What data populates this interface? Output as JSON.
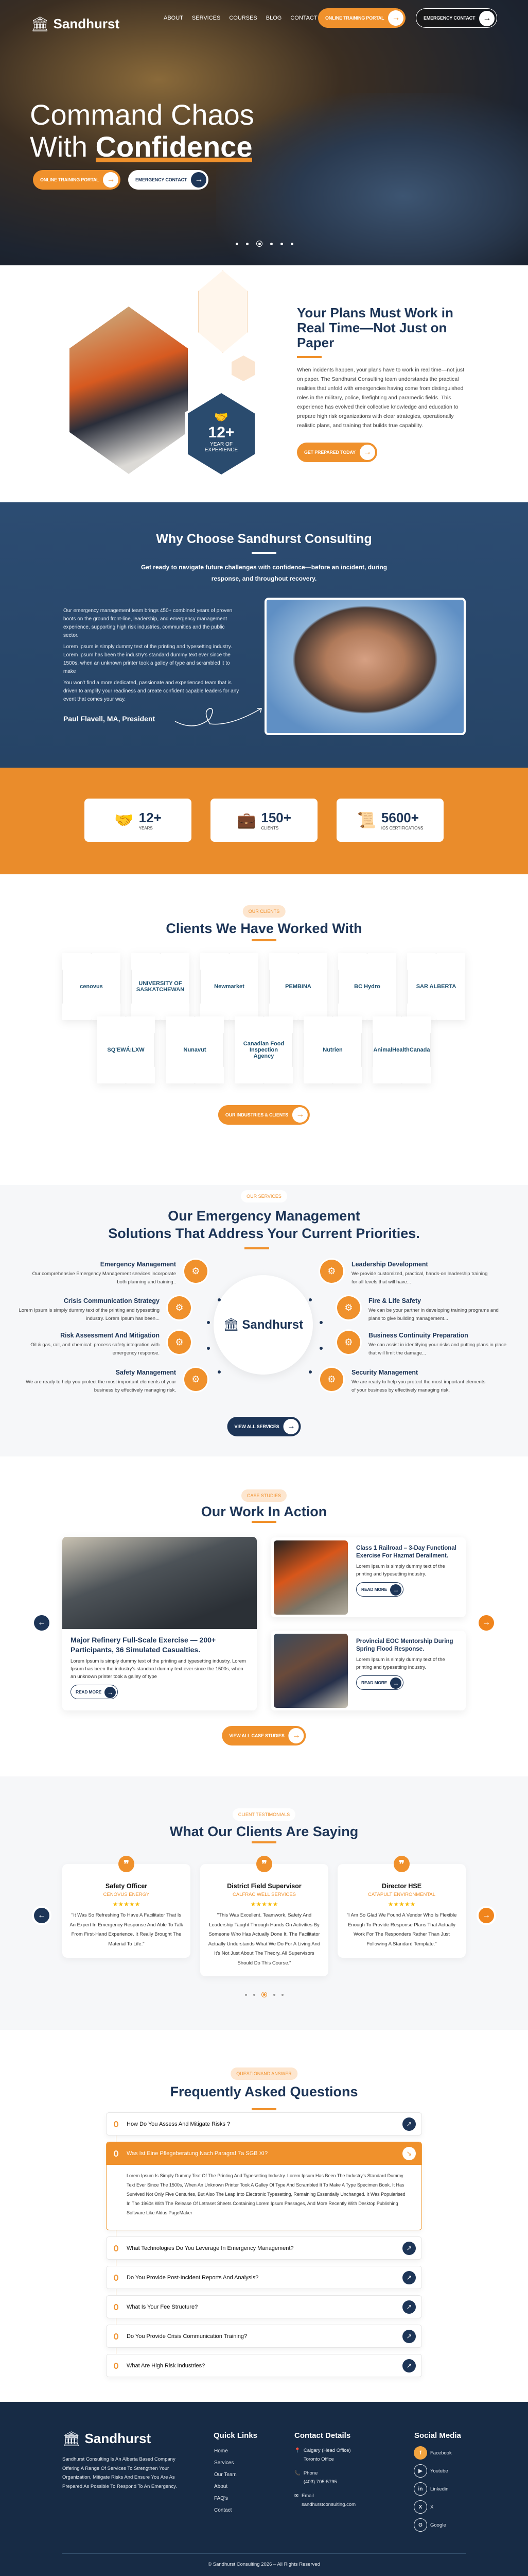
{
  "brand": {
    "name": "Sandhurst",
    "logo_icon": "building-columns-icon"
  },
  "nav": {
    "items": [
      "ABOUT",
      "SERVICES",
      "COURSES",
      "BLOG",
      "CONTACT"
    ],
    "portal_btn": "ONLINE TRAINING PORTAL",
    "emergency_btn": "EMERGENCY CONTACT"
  },
  "hero": {
    "line1": "Command Chaos",
    "line2_a": "With",
    "line2_b": "Confidence",
    "btn1": "ONLINE TRAINING PORTAL",
    "btn2": "EMERGENCY CONTACT",
    "slides": 6,
    "active_slide": 3
  },
  "about": {
    "title": "Your Plans Must Work in Real Time—Not Just on Paper",
    "body": "When incidents happen, your plans have to work in real time—not just on paper. The Sandhurst Consulting team understands the practical realities that unfold with emergencies having come from distinguished roles in the military, police, firefighting and paramedic fields.  This experience has evolved their collective knowledge and education to prepare high risk organizations with clear strategies, operationally realistic plans, and training that builds true capability.",
    "btn": "GET PREPARED TODAY",
    "badge_number": "12+",
    "badge_label1": "YEAR OF",
    "badge_label2": "EXPERIENCE"
  },
  "why": {
    "title": "Why Choose Sandhurst Consulting",
    "subtitle": "Get ready to navigate future challenges with confidence—before an incident, during response, and throughout recovery.",
    "p1": "Our emergency management team brings 450+ combined years of proven boots on the ground front-line, leadership, and emergency management experience, supporting high risk industries, communities and the public sector.",
    "p2": "Lorem Ipsum is simply dummy text of the printing and typesetting industry. Lorem Ipsum has been the industry's standard dummy text ever since the 1500s, when an unknown printer took a galley of type and scrambled it to make",
    "p3": "You won't find a more dedicated, passionate and experienced team that is driven to amplify your readiness and create confident capable leaders for any event that comes your way.",
    "signature": "Paul Flavell, MA, President"
  },
  "stats": [
    {
      "value": "12+",
      "label": "YEARS",
      "icon": "handshake-stars-icon"
    },
    {
      "value": "150+",
      "label": "CLIENTS",
      "icon": "client-briefcase-icon"
    },
    {
      "value": "5600+",
      "label": "ICS CERTIFICATIONS",
      "icon": "certificate-icon"
    }
  ],
  "clients": {
    "badge": "OUR CLIENTS",
    "title": "Clients We Have Worked With",
    "logos": [
      "cenovus",
      "UNIVERSITY OF SASKATCHEWAN",
      "Newmarket",
      "PEMBINA",
      "BC Hydro",
      "SAR ALBERTA",
      "SQ'EWÁ:LXW",
      "Nunavut",
      "Canadian Food Inspection Agency",
      "Nutrien",
      "AnimalHealthCanada"
    ],
    "btn": "OUR INDUSTRIES & CLIENTS"
  },
  "services": {
    "badge": "OUR SERVICES",
    "title1": "Our Emergency Management",
    "title2": "Solutions That Address Your Current Priorities.",
    "center": "Sandhurst",
    "items": [
      {
        "title": "Emergency Management",
        "desc": "Our comprehensive Emergency Management services incorporate both planning and training..",
        "icon": "clipboard-siren-icon"
      },
      {
        "title": "Crisis Communication Strategy",
        "desc": "Lorem Ipsum is simply dummy text of the printing and typesetting industry. Lorem Ipsum has been...",
        "icon": "communication-network-icon"
      },
      {
        "title": "Risk  Assessment And Mitigation",
        "desc": "Oil & gas, rail, and chemical: process safety integration with emergency response.",
        "icon": "warning-shield-icon"
      },
      {
        "title": "Safety Management",
        "desc": "We are ready to help you protect the most important elements of your business by effectively managing risk.",
        "icon": "gear-shield-icon"
      },
      {
        "title": "Leadership Development",
        "desc": "We provide customized, practical, hands-on leadership training for all levels that will have...",
        "icon": "team-gear-icon"
      },
      {
        "title": "Fire & Life Safety",
        "desc": "We can be your partner in developing training programs and plans to give building management...",
        "icon": "fire-shield-icon"
      },
      {
        "title": "Business Continuity Preparation",
        "desc": "We can assist in identifying your risks and putting plans in place that will limit the damage...",
        "icon": "briefcase-gear-icon"
      },
      {
        "title": "Security Management",
        "desc": "We are ready to help you protect the most important elements of your business by effectively managing risk.",
        "icon": "lock-gears-icon"
      }
    ],
    "btn": "VIEW ALL SERVICES"
  },
  "cases": {
    "badge": "CASE STUDIES",
    "title": "Our Work In Action",
    "main": {
      "title": "Major Refinery Full-Scale Exercise — 200+ Participants, 36 Simulated Casualties.",
      "desc": "Lorem Ipsum is simply dummy text of the printing and typesetting industry. Lorem Ipsum has been the industry's standard dummy text ever since the 1500s, when an unknown printer took a galley of type",
      "btn": "READ MORE"
    },
    "side": [
      {
        "title": "Class 1 Railroad – 3-Day Functional Exercise For Hazmat Derailment.",
        "desc": "Lorem Ipsum is simply dummy text of the printing and typesetting industry.",
        "btn": "READ MORE"
      },
      {
        "title": "Provincial EOC Mentorship During Spring Flood Response.",
        "desc": "Lorem Ipsum is simply dummy text of the printing and typesetting industry.",
        "btn": "READ MORE"
      }
    ],
    "btn": "VIEW ALL CASE STUDIES"
  },
  "testimonials": {
    "badge": "CLIENT TESTIMONIALS",
    "title": "What Our Clients Are Saying",
    "items": [
      {
        "role": "Safety Officer",
        "company": "CENOVUS ENERGY",
        "stars": 5,
        "quote": "\"It Was So Refreshing To Have A Facilitator That Is An Expert In Emergency Response And Able To Talk From First-Hand Experience. It Really Brought The Material To Life.\""
      },
      {
        "role": "District Field Supervisor",
        "company": "CALFRAC WELL SERVICES",
        "stars": 5,
        "quote": "\"This Was Excellent. Teamwork, Safety And Leadership Taught Through Hands On Activities By Someone Who Has Actually Done It. The Facilitator Actually Understands What We Do For A Living And It's Not Just About The Theory. All Supervisors Should Do This Course.\""
      },
      {
        "role": "Director HSE",
        "company": "CATAPULT ENVIRONMENTAL",
        "stars": 5,
        "quote": "\"I Am So Glad We Found A Vendor Who Is Flexible Enough To Provide Response Plans That Actually Work For The Responders Rather Than Just Following A Standard Template.\""
      }
    ],
    "stars_text": "★★★★★",
    "dots": 5,
    "active_dot": 3
  },
  "faq": {
    "badge": "QUESTIONAND ANSWER",
    "title": "Frequently Asked Questions",
    "items": [
      "How Do You Assess And Mitigate Risks ?",
      "Was Ist Eine Pflegeberatung Nach Paragraf 7a SGB XI?",
      "What Technologies Do You Leverage In Emergency Management?",
      "Do You Provide Post-Incident Reports And Analysis?",
      "What Is Your Fee Structure?",
      "Do You Provide Crisis Communication Training?",
      "What Are High Risk Industries?"
    ],
    "open_index": 1,
    "answer": "Lorem Ipsum Is Simply Dummy Text Of The Printing And Typesetting Industry. Lorem Ipsum Has Been The Industry's Standard Dummy Text Ever Since The 1500s, When An Unknown Printer Took A Galley Of Type And Scrambled It To Make A Type Specimen Book. It Has Survived Not Only Five Centuries, But Also The Leap Into Electronic Typesetting, Remaining Essentially Unchanged. It Was Popularised In The 1960s With The Release Of Letraset Sheets Containing Lorem Ipsum Passages, And More Recently With Desktop Publishing Software Like Aldus PageMaker"
  },
  "footer": {
    "about": "Sandhurst Consulting Is An Alberta Based Company Offering A Range Of Services To Strengthen Your Organization, Mitigate Risks And Ensure You Are As Prepared As Possible To Respond To An Emergency.",
    "quick_title": "Quick Links",
    "links": [
      "Home",
      "Services",
      "Our  Team",
      "About",
      "FAQ's",
      "Contact"
    ],
    "contact_title": "Contact Details",
    "loc1": "Calgary (Head Office)",
    "loc2": "Toronto Office",
    "phone_label": "Phone",
    "phone": "(403) 705-5795",
    "email_label": "Email",
    "email": "sandhurstconsulting.com",
    "social_title": "Social Media",
    "social": [
      "Facebook",
      "Youtube",
      "Linkedin",
      "X",
      "Google"
    ],
    "copyright": "© Sandhurst Consulting 2026 – All Rights Reserved"
  },
  "colors": {
    "navy": "#1d3557",
    "orange": "#f0912c",
    "footer": "#172b45"
  }
}
